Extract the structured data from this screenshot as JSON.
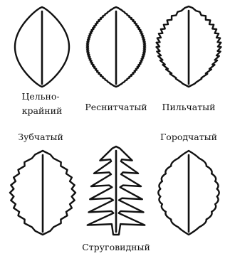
{
  "leaves": [
    {
      "id": "entire",
      "label_lines": [
        "Цельно-",
        "крайний"
      ],
      "margin_type": "entire"
    },
    {
      "id": "ciliate",
      "label_lines": [
        "Реснитчатый"
      ],
      "margin_type": "ciliate"
    },
    {
      "id": "serrate",
      "label_lines": [
        "Пильчатый"
      ],
      "margin_type": "serrate"
    },
    {
      "id": "dentate",
      "label_lines": [
        "Зубчатый"
      ],
      "margin_type": "dentate"
    },
    {
      "id": "runcinate",
      "label_lines": [
        "Струговидный"
      ],
      "margin_type": "runcinate"
    },
    {
      "id": "crenate",
      "label_lines": [
        "Городчатый"
      ],
      "margin_type": "crenate"
    }
  ]
}
